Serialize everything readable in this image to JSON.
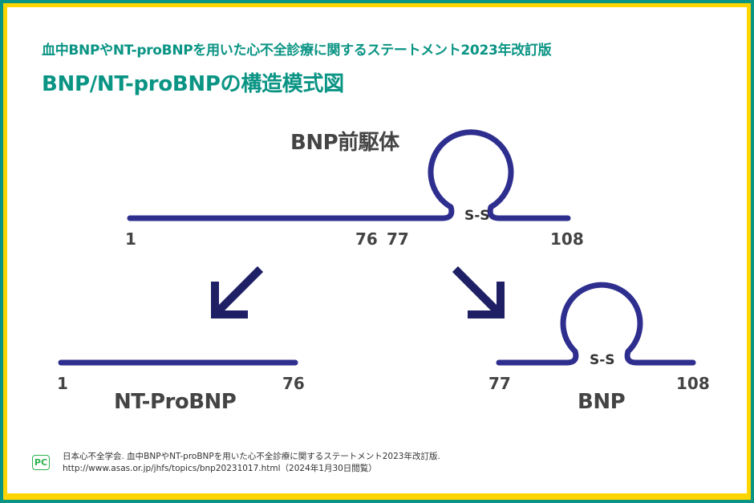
{
  "header": {
    "subtitle": "血中BNPやNT-proBNPを用いた心不全診療に関するステートメント2023年改訂版",
    "title": "BNP/NT-proBNPの構造模式図"
  },
  "diagram": {
    "precursor_label": "BNP前駆体",
    "precursor_positions": [
      "1",
      "76",
      "77",
      "108"
    ],
    "disulfide": "S-S",
    "left_product": {
      "name": "NT-ProBNP",
      "start": "1",
      "end": "76"
    },
    "right_product": {
      "name": "BNP",
      "start": "77",
      "end": "108"
    },
    "colors": {
      "chain": "#2e2e8f",
      "arrow": "#1f1f66",
      "title": "#0a9484"
    }
  },
  "footer": {
    "logo": "PC",
    "citation_line1": "日本心不全学会. 血中BNPやNT-proBNPを用いた心不全診療に関するステートメント2023年改訂版.",
    "citation_line2": "http://www.asas.or.jp/jhfs/topics/bnp20231017.html（2024年1月30日閲覧）"
  }
}
